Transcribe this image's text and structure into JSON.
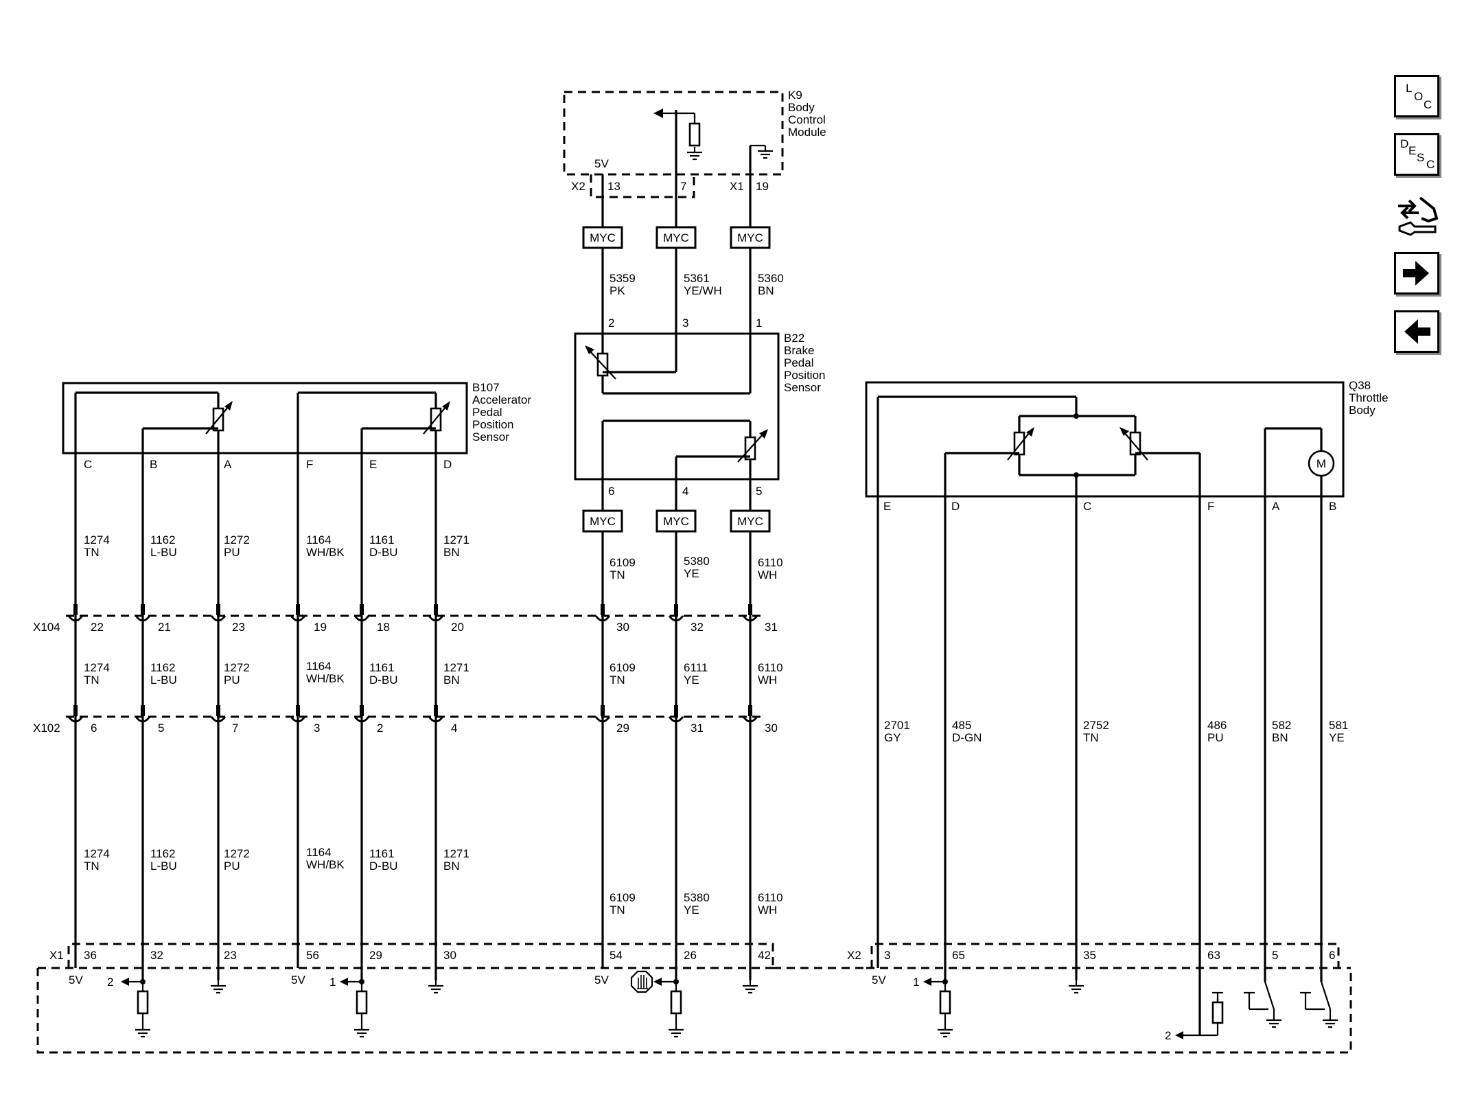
{
  "modules": {
    "k9": {
      "ref": "K9",
      "line1": "Body",
      "line2": "Control",
      "line3": "Module",
      "volt": "5V",
      "x2": "X2",
      "x1": "X1",
      "pin13": "13",
      "pin7": "7",
      "pin19": "19"
    },
    "b22": {
      "ref": "B22",
      "line1": "Brake",
      "line2": "Pedal",
      "line3": "Position",
      "line4": "Sensor",
      "p2": "2",
      "p3": "3",
      "p1": "1",
      "p6": "6",
      "p4": "4",
      "p5": "5"
    },
    "b107": {
      "ref": "B107",
      "line1": "Accelerator",
      "line2": "Pedal",
      "line3": "Position",
      "line4": "Sensor",
      "pins": [
        "C",
        "B",
        "A",
        "F",
        "E",
        "D"
      ]
    },
    "q38": {
      "ref": "Q38",
      "line1": "Throttle",
      "line2": "Body",
      "pins": [
        "E",
        "D",
        "C",
        "F",
        "A",
        "B"
      ],
      "motor": "M"
    }
  },
  "myc": "MYC",
  "upper_wires": {
    "w5359": {
      "num": "5359",
      "color": "PK"
    },
    "w5361": {
      "num": "5361",
      "color": "YE/WH"
    },
    "w5360": {
      "num": "5360",
      "color": "BN"
    }
  },
  "connectors": {
    "x104": {
      "name": "X104",
      "pins": [
        "22",
        "21",
        "23",
        "19",
        "18",
        "20",
        "30",
        "32",
        "31"
      ]
    },
    "x102": {
      "name": "X102",
      "pins": [
        "6",
        "5",
        "7",
        "3",
        "2",
        "4",
        "29",
        "31",
        "30"
      ]
    },
    "x1": {
      "name": "X1",
      "pins": [
        "36",
        "32",
        "23",
        "56",
        "29",
        "30",
        "54",
        "26",
        "42"
      ]
    },
    "x2": {
      "name": "X2",
      "pins": [
        "3",
        "65",
        "35",
        "63",
        "5",
        "6"
      ]
    }
  },
  "wire_rows": {
    "row1": [
      [
        "1274",
        "TN"
      ],
      [
        "1162",
        "L-BU"
      ],
      [
        "1272",
        "PU"
      ],
      [
        "1164",
        "WH/BK"
      ],
      [
        "1161",
        "D-BU"
      ],
      [
        "1271",
        "BN"
      ],
      [
        "6109",
        "TN"
      ],
      [
        "5380",
        "YE"
      ],
      [
        "6110",
        "WH"
      ]
    ],
    "row2": [
      [
        "1274",
        "TN"
      ],
      [
        "1162",
        "L-BU"
      ],
      [
        "1272",
        "PU"
      ],
      [
        "1164",
        "WH/BK"
      ],
      [
        "1161",
        "D-BU"
      ],
      [
        "1271",
        "BN"
      ],
      [
        "6109",
        "TN"
      ],
      [
        "6111",
        "YE"
      ],
      [
        "6110",
        "WH"
      ]
    ],
    "row3": [
      [
        "1274",
        "TN"
      ],
      [
        "1162",
        "L-BU"
      ],
      [
        "1272",
        "PU"
      ],
      [
        "1164",
        "WH/BK"
      ],
      [
        "1161",
        "D-BU"
      ],
      [
        "1271",
        "BN"
      ],
      [
        "6109",
        "TN"
      ],
      [
        "5380",
        "YE"
      ],
      [
        "6110",
        "WH"
      ]
    ],
    "q38": [
      [
        "2701",
        "GY"
      ],
      [
        "485",
        "D-GN"
      ],
      [
        "2752",
        "TN"
      ],
      [
        "486",
        "PU"
      ],
      [
        "582",
        "BN"
      ],
      [
        "581",
        "YE"
      ]
    ]
  },
  "ecm": {
    "v1": "5V",
    "v2": "5V",
    "v3": "5V",
    "v4": "5V",
    "ref2a": "2",
    "ref1a": "1",
    "ref1b": "1",
    "ref2b": "2"
  },
  "nav": {
    "loc": {
      "l1": "L",
      "l2": "O",
      "l3": "C"
    },
    "desc": {
      "l1": "D",
      "l2": "E",
      "l3": "S",
      "l4": "C"
    }
  }
}
